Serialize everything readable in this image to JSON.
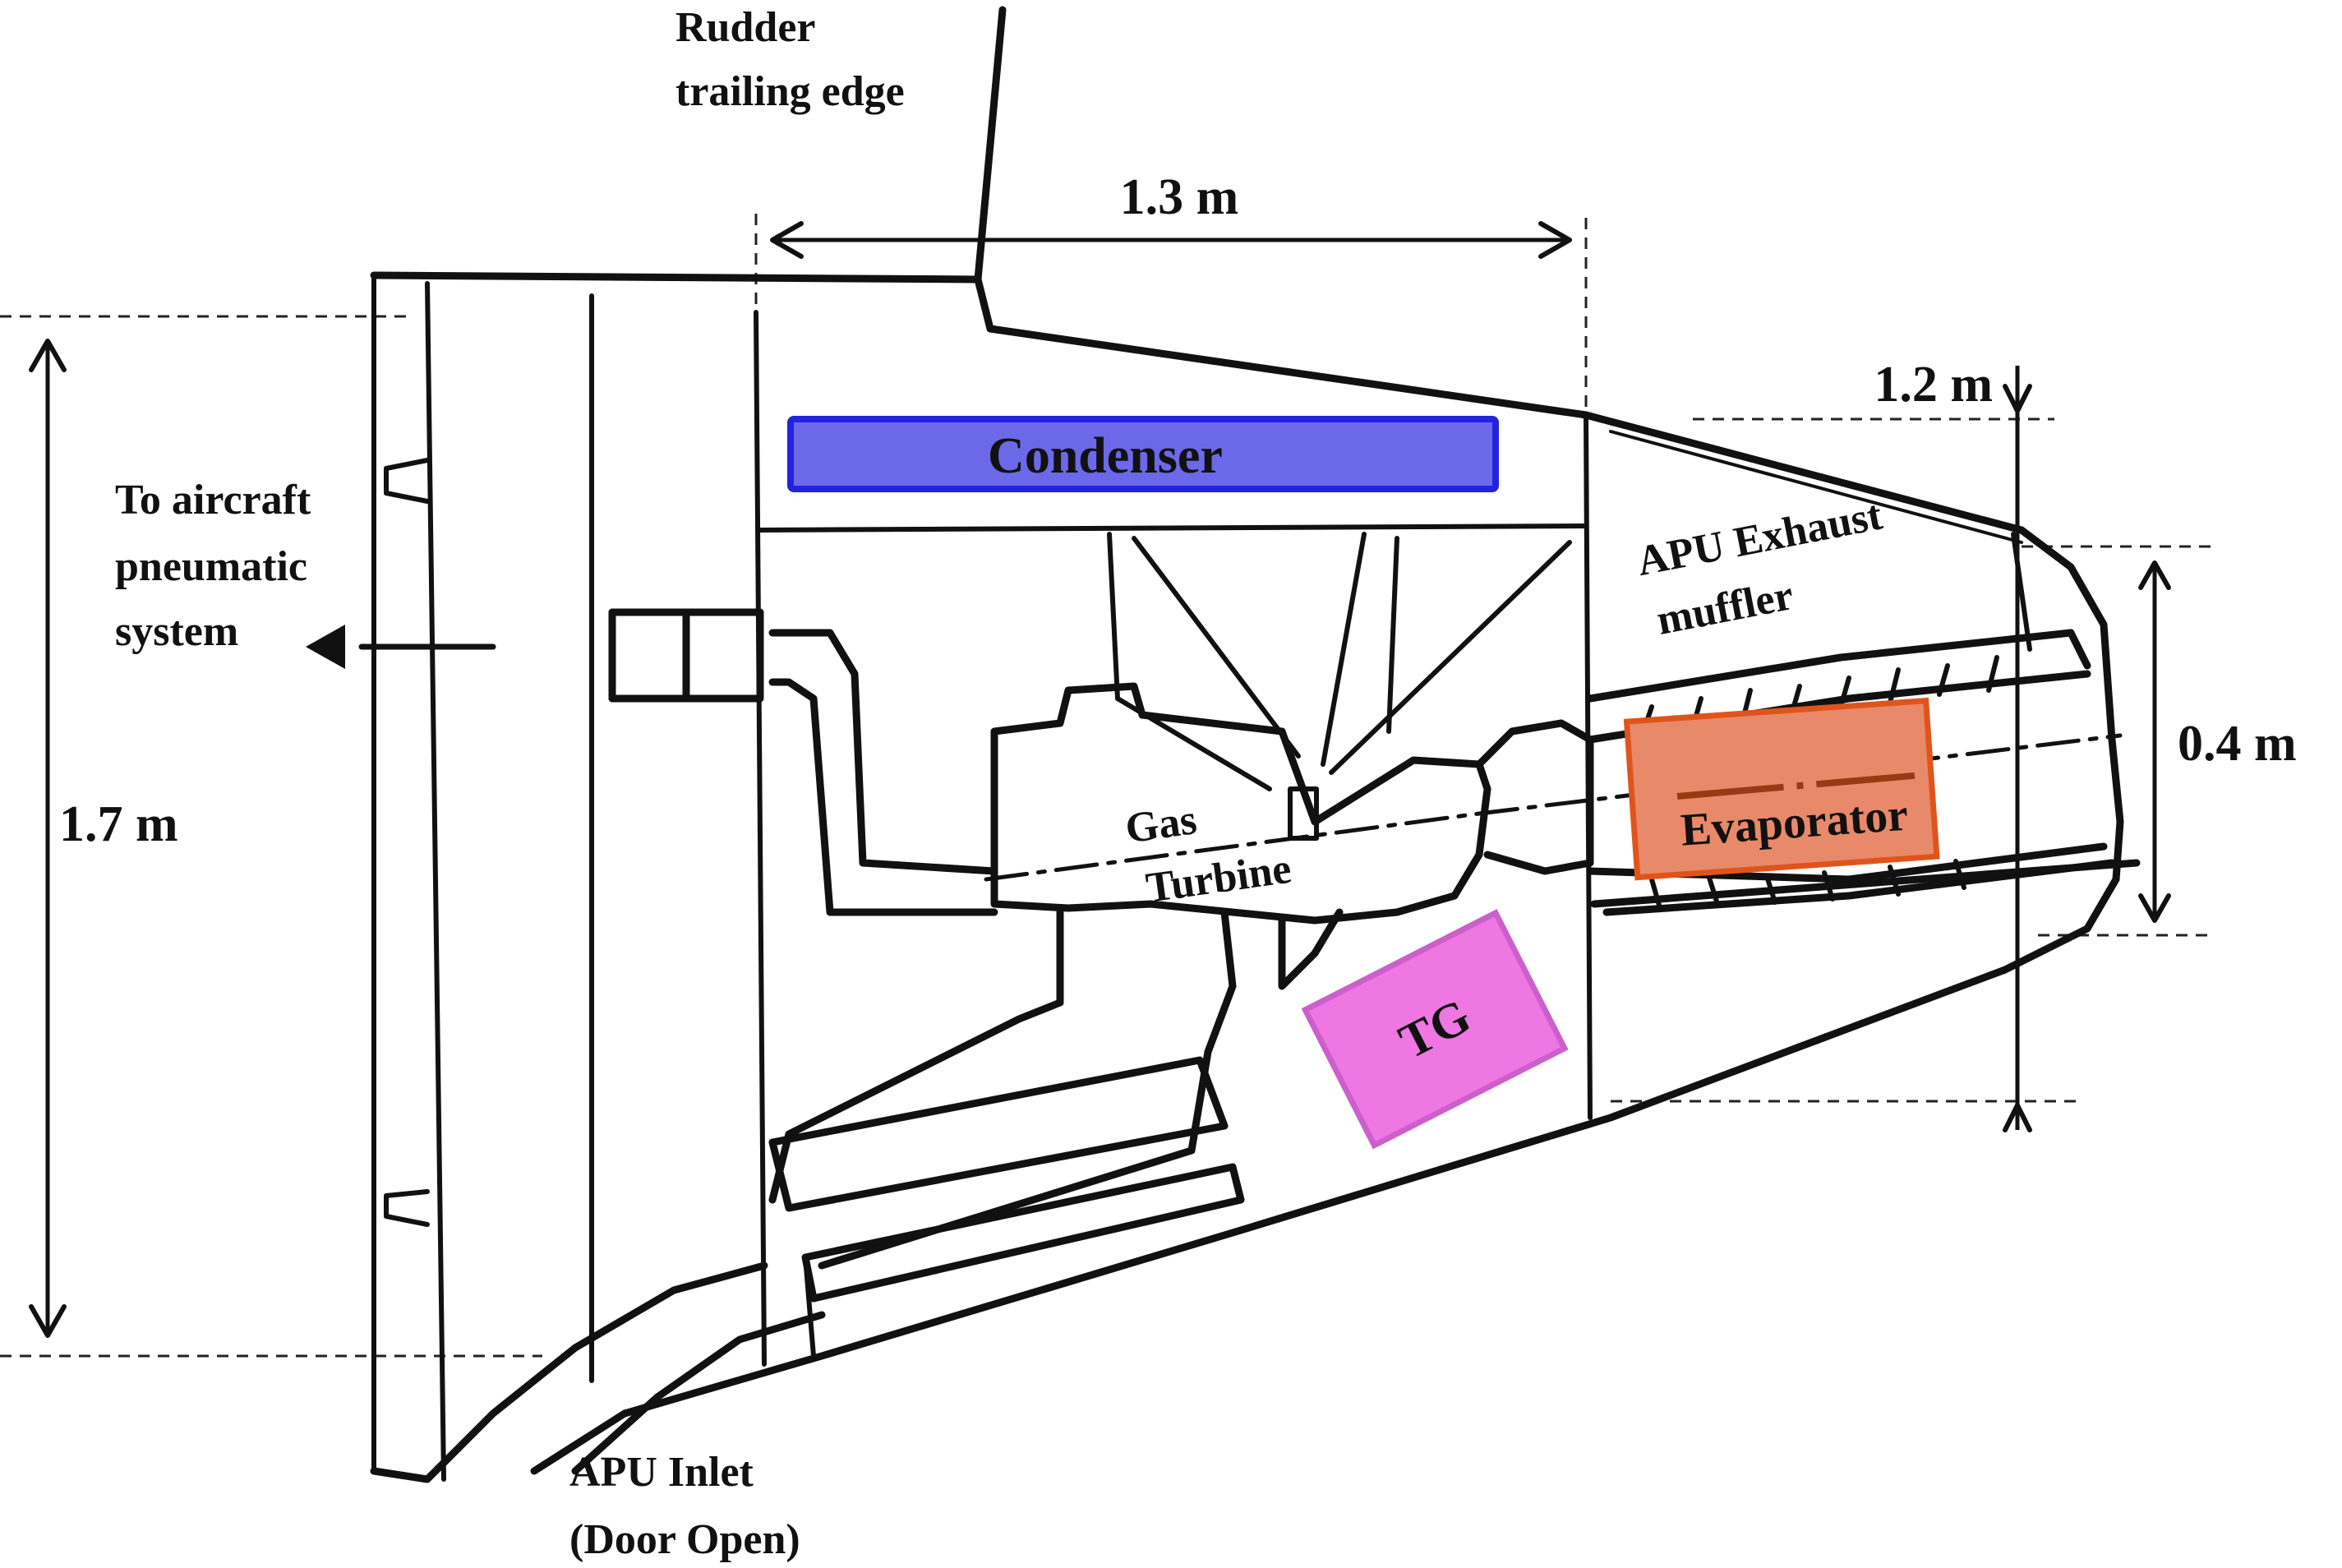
{
  "diagram": {
    "labels": {
      "rudder": [
        "Rudder",
        "trailing edge"
      ],
      "pneumatic": [
        "To aircraft",
        "pneumatic",
        "system"
      ],
      "exhaust": [
        "APU Exhaust",
        "muffler"
      ],
      "gas_turbine": [
        "Gas",
        "Turbine"
      ],
      "inlet": [
        "APU Inlet",
        "(Door Open)"
      ]
    },
    "components": {
      "condenser": {
        "label": "Condenser",
        "fill": "#6b69e8",
        "stroke": "#2222e0",
        "text_color": "#1a1299"
      },
      "evaporator": {
        "label": "Evaporator",
        "fill": "#e8896a",
        "stroke": "#e0541c",
        "text_color": "#111111"
      },
      "tg": {
        "label": "TG",
        "fill": "#ee77e2",
        "stroke": "#cc5fcc",
        "text_color": "#111111"
      }
    },
    "dimensions": {
      "length_top": "1.3 m",
      "height_total": "1.7 m",
      "height_tail": "1.2 m",
      "exhaust_diameter": "0.4 m"
    }
  }
}
